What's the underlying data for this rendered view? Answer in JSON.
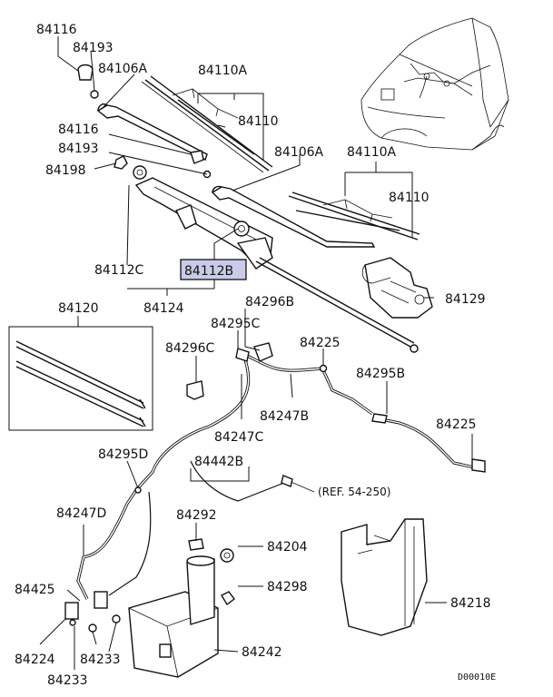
{
  "colors": {
    "highlight": "#c9cbe8",
    "ink": "#111111"
  },
  "labels": {
    "p84116_top": "84116",
    "p84193_top": "84193",
    "p84106A_left": "84106A",
    "p84110A_mid": "84110A",
    "p84110_mid": "84110",
    "p84116_mid": "84116",
    "p84193_mid": "84193",
    "p84198": "84198",
    "p84106A_right": "84106A",
    "p84110A_right": "84110A",
    "p84110_right": "84110",
    "p84112C": "84112C",
    "p84112B": "84112B",
    "p84124": "84124",
    "p84129": "84129",
    "p84120": "84120",
    "p84296B": "84296B",
    "p84295C": "84295C",
    "p84296C": "84296C",
    "p84225_top": "84225",
    "p84295B": "84295B",
    "p84247B": "84247B",
    "p84247C": "84247C",
    "p84225_right": "84225",
    "p84295D": "84295D",
    "p84442B": "84442B",
    "ref": "(REF. 54-250)",
    "p84247D": "84247D",
    "p84292": "84292",
    "p84204": "84204",
    "p84425": "84425",
    "p84298": "84298",
    "p84218": "84218",
    "p84224": "84224",
    "p84233_right": "84233",
    "p84233_left": "84233",
    "p84242": "84242",
    "diagram_code": "D00010E"
  }
}
